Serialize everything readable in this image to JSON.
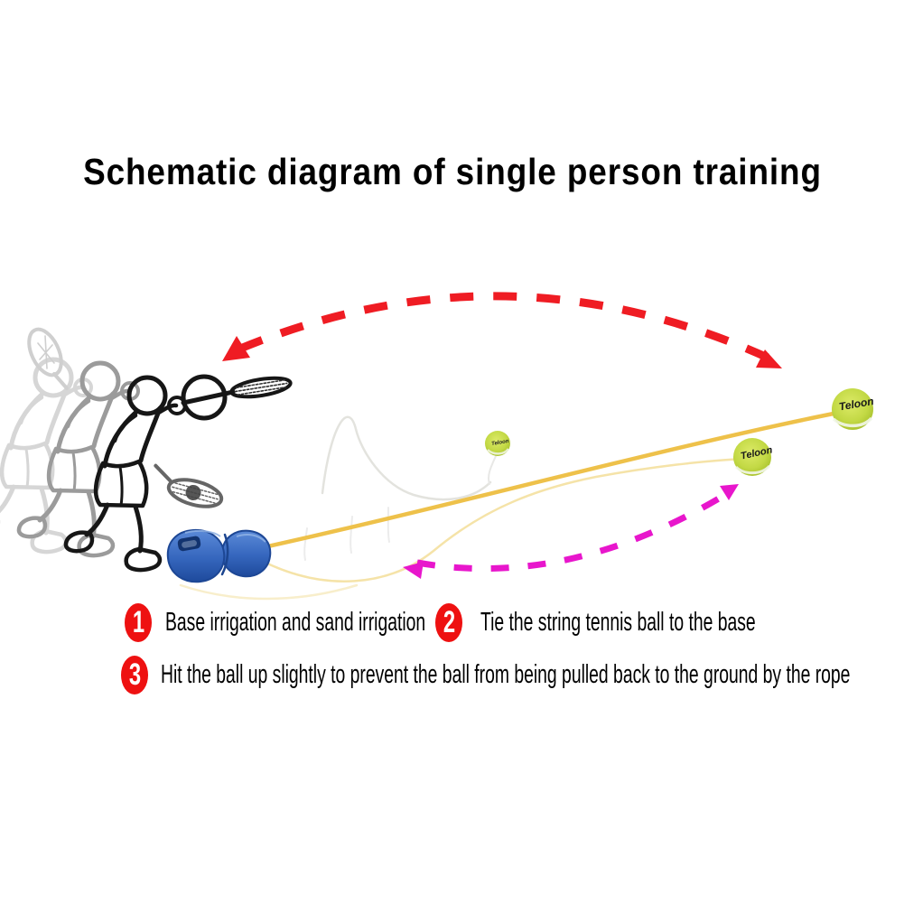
{
  "title": "Schematic diagram of single person training",
  "ball_brand": "Teloon",
  "steps": [
    {
      "number": "1",
      "label": "Base irrigation and sand irrigation"
    },
    {
      "number": "2",
      "label": "Tie the string tennis ball to the base"
    },
    {
      "number": "3",
      "label": "Hit the ball up slightly to prevent the ball from being pulled back to the ground by the rope"
    }
  ],
  "colors": {
    "step_badge": "#ee1111",
    "trajectory_arrow": "#ef1c23",
    "return_arrow": "#e816cc",
    "string_yellow": "#eec14a",
    "base_blue": "#2f62b8",
    "ball_green": "#c3d945",
    "title_text": "#000000"
  }
}
